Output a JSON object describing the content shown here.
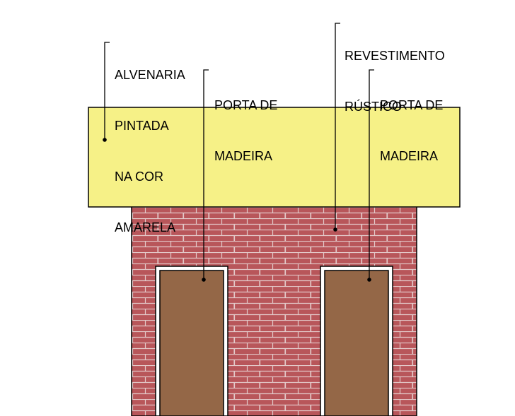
{
  "labels": {
    "alvenaria": [
      "ALVENARIA",
      "PINTADA",
      "NA COR",
      "AMARELA"
    ],
    "porta_left": [
      "PORTA DE",
      "MADEIRA"
    ],
    "revestimento": [
      "REVESTIMENTO",
      "RÚSTICO"
    ],
    "porta_right": [
      "PORTA DE",
      "MADEIRA"
    ]
  },
  "colors": {
    "yellow_band": "#f6f187",
    "brick": "#b8565a",
    "mortar": "#e3c9c9",
    "door": "#946747",
    "door_frame": "#ffffff",
    "outline": "#000000"
  }
}
